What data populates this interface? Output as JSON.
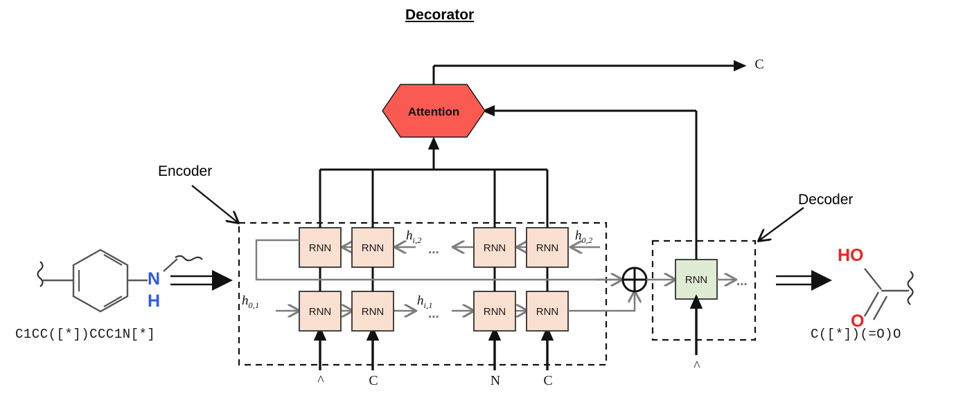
{
  "title": "Decorator",
  "sections": {
    "encoder_label": "Encoder",
    "decoder_label": "Decoder",
    "attention_label": "Attention"
  },
  "cells": {
    "rnn_label": "RNN",
    "encoder_row_top": [
      "RNN",
      "RNN",
      "RNN",
      "RNN"
    ],
    "encoder_row_bottom": [
      "RNN",
      "RNN",
      "RNN",
      "RNN"
    ],
    "decoder_cells": [
      "RNN"
    ]
  },
  "hidden_state_labels": {
    "h01": "h",
    "h01_sub": "0,1",
    "hi1": "h",
    "hi1_sub": "i,1",
    "hi2": "h",
    "hi2_sub": "i,2",
    "h02": "h",
    "h02_sub": "0,2"
  },
  "ellipsis": {
    "top_row": "...",
    "bottom_row": "...",
    "decoder": "..."
  },
  "input_tokens": [
    "^",
    "C",
    "N",
    "C"
  ],
  "decoder_input_token": "^",
  "output_token": "C",
  "molecules": {
    "scaffold_smiles": "C1CC([*])CCC1N[*]",
    "decoration_smiles": "C([*])(=O)O",
    "scaffold_atom_n": "N",
    "scaffold_atom_h": "H",
    "decoration_atom_ho": "HO",
    "decoration_atom_o": "O"
  },
  "merge_operator": "plus-circle",
  "colors": {
    "attention_fill": "#FB5A52",
    "attention_stroke": "#1a1a1a",
    "encoder_cell_fill": "#FAE0D0",
    "decoder_cell_fill": "#DFEBD3",
    "cell_stroke": "#3a3a3a",
    "black_line": "#111111",
    "grey_line": "#7d7d7d",
    "dashed_box": "#111111",
    "nitrogen_blue": "#2B5BE8",
    "oxygen_red": "#E8241E",
    "bond_grey": "#555555",
    "text": "#111111"
  }
}
